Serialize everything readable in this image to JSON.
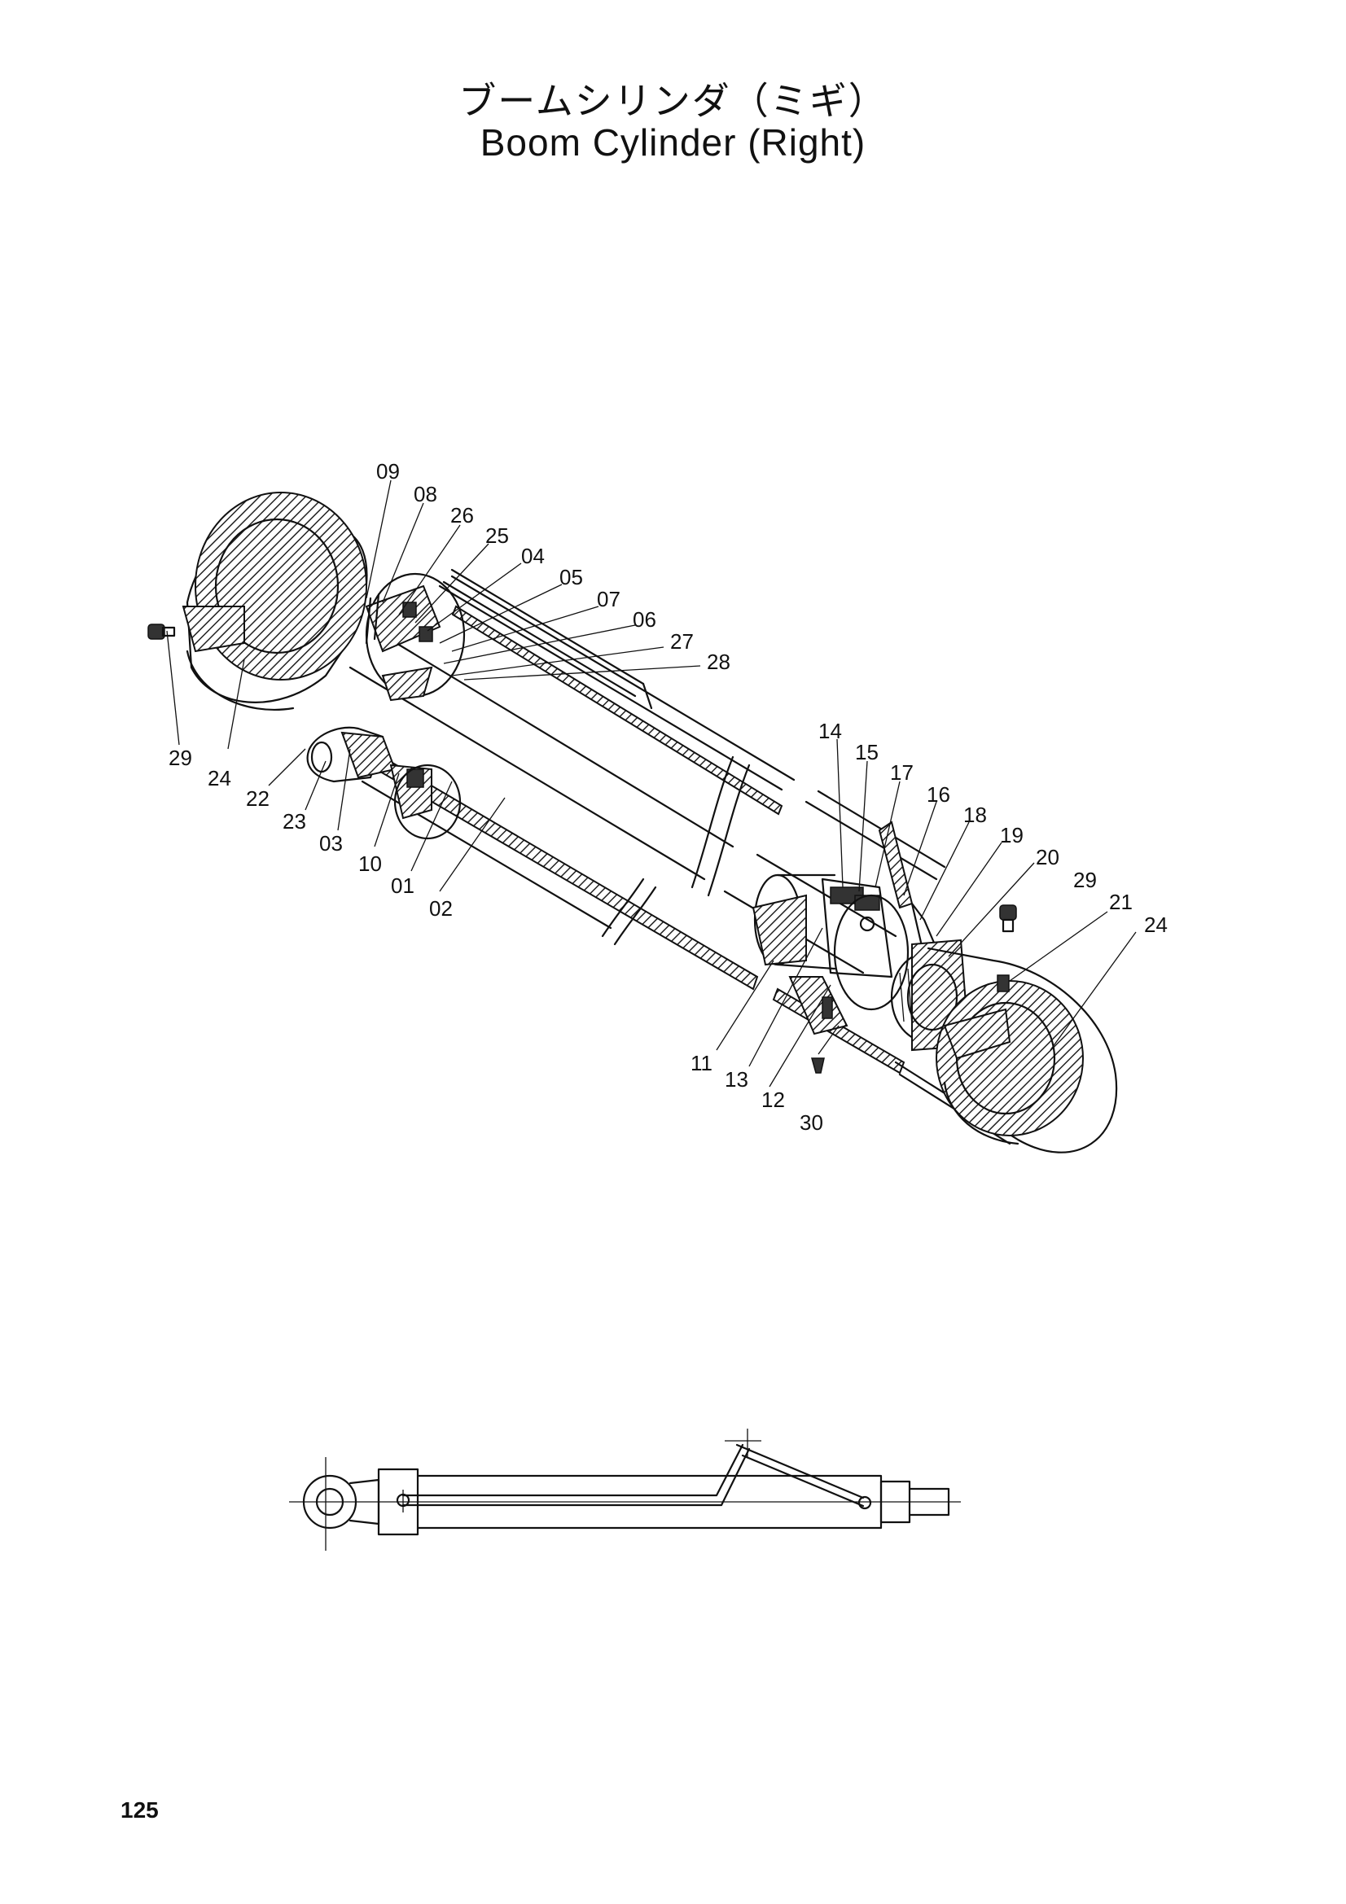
{
  "title": {
    "japanese": "ブームシリンダ（ミギ）",
    "english": "Boom Cylinder (Right)"
  },
  "page_number": "125",
  "part_labels": [
    "09",
    "08",
    "26",
    "25",
    "04",
    "05",
    "07",
    "06",
    "27",
    "28",
    "29",
    "24",
    "22",
    "23",
    "03",
    "10",
    "01",
    "02",
    "14",
    "15",
    "17",
    "16",
    "18",
    "19",
    "20",
    "29",
    "21",
    "24",
    "11",
    "13",
    "12",
    "30"
  ]
}
